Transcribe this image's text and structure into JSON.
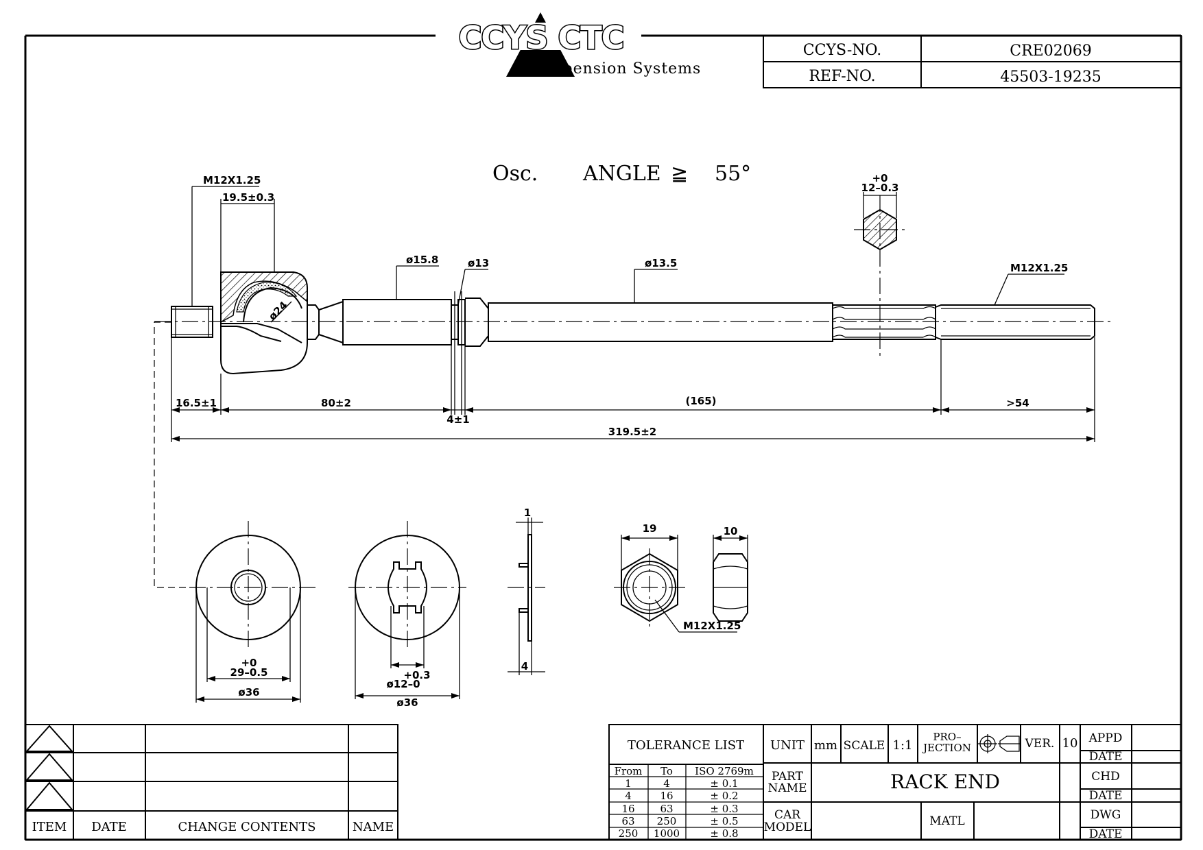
{
  "header": {
    "logo_text": "CCYS CTC",
    "logo_subtitle": "Suspension Systems",
    "ccys_no_label": "CCYS-NO.",
    "ccys_no_value": "CRE02069",
    "ref_no_label": "REF-NO.",
    "ref_no_value": "45503-19235"
  },
  "drawing": {
    "osc_label": "Osc.",
    "angle_label": "ANGLE",
    "angle_symbol": "≧",
    "angle_value": "55°",
    "dims": {
      "thread_left": "M12X1.25",
      "ball_len": "19.5±0.3",
      "ball_dia": "ø24",
      "dia_158": "ø15.8",
      "dia_13": "ø13",
      "dia_135": "ø13.5",
      "hex_tol_top": "+0",
      "hex_tol": "12–0.3",
      "thread_right": "M12X1.25",
      "len_165": "16.5±1",
      "len_80": "80±2",
      "len_4": "4±1",
      "len_paren": "(165)",
      "len_54": ">54",
      "len_total": "319.5±2",
      "w1_tol_top": "+0",
      "w1_tol": "29–0.5",
      "w1_dia": "ø36",
      "w2_tol_top": "+0.3",
      "w2_tol": "ø12–0",
      "w2_dia": "ø36",
      "side_top": "1",
      "side_bottom": "4",
      "nut_width": "19",
      "nut_thk": "10",
      "nut_thread": "M12X1.25"
    }
  },
  "change_table": {
    "headers": [
      "ITEM",
      "DATE",
      "CHANGE CONTENTS",
      "NAME"
    ]
  },
  "title_block": {
    "tolerance_title": "TOLERANCE LIST",
    "tolerance_headers": [
      "From",
      "To",
      "ISO 2769m"
    ],
    "tolerance_rows": [
      [
        "1",
        "4",
        "± 0.1"
      ],
      [
        "4",
        "16",
        "± 0.2"
      ],
      [
        "16",
        "63",
        "± 0.3"
      ],
      [
        "63",
        "250",
        "± 0.5"
      ],
      [
        "250",
        "1000",
        "± 0.8"
      ]
    ],
    "unit_label": "UNIT",
    "unit_value": "mm",
    "scale_label": "SCALE",
    "scale_value": "1:1",
    "projection_label_1": "PRO–",
    "projection_label_2": "JECTION",
    "ver_label": "VER.",
    "ver_value": "10",
    "appd_label": "APPD",
    "date_label": "DATE",
    "chd_label": "CHD",
    "dwg_label": "DWG",
    "part_name_label_1": "PART",
    "part_name_label_2": "NAME",
    "part_name_value": "RACK END",
    "car_model_label_1": "CAR",
    "car_model_label_2": "MODEL",
    "matl_label": "MATL"
  }
}
